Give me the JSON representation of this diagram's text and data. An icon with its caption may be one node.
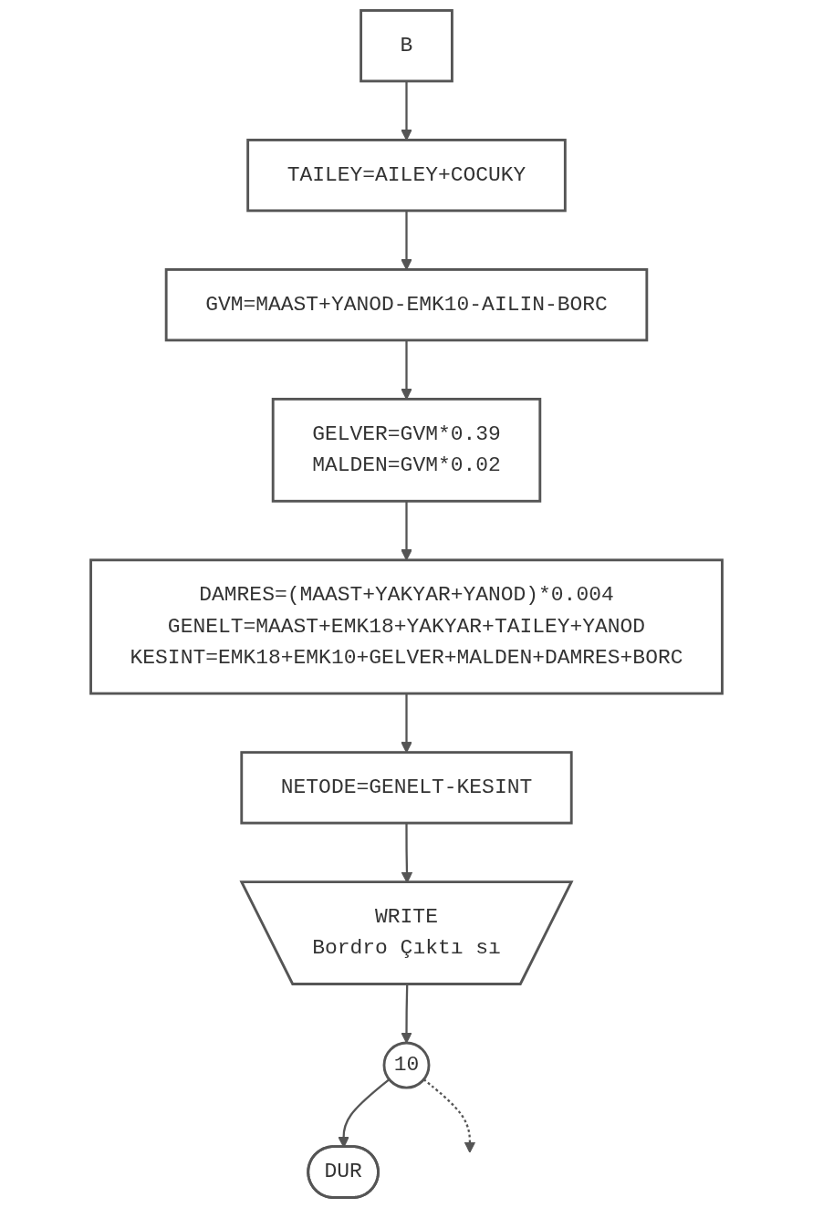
{
  "diagram": {
    "nodes": [
      {
        "text": [
          "B"
        ]
      },
      {
        "text": [
          "TAILEY=AILEY+COCUKY"
        ]
      },
      {
        "text": [
          "GVM=MAAST+YANOD-EMK10-AILIN-BORC"
        ]
      },
      {
        "text": [
          "GELVER=GVM*0.39",
          "MALDEN=GVM*0.02"
        ]
      },
      {
        "text": [
          "DAMRES=(MAAST+YAKYAR+YANOD)*0.004",
          "GENELT=MAAST+EMK18+YAKYAR+TAILEY+YANOD",
          "KESINT=EMK18+EMK10+GELVER+MALDEN+DAMRES+BORC"
        ]
      },
      {
        "text": [
          "NETODE=GENELT-KESINT"
        ]
      },
      {
        "text": [
          "WRITE",
          "Bordro Çıktı sı"
        ]
      },
      {
        "text": [
          "10"
        ]
      },
      {
        "text": [
          "DUR"
        ]
      }
    ],
    "edges": [
      {
        "from": 0,
        "to": 1,
        "arrow": "to"
      },
      {
        "from": 1,
        "to": 2,
        "arrow": "to"
      },
      {
        "from": 2,
        "to": 3,
        "arrow": "to"
      },
      {
        "from": 3,
        "to": 4,
        "arrow": "to"
      },
      {
        "from": 4,
        "to": 5,
        "arrow": "to"
      },
      {
        "from": 5,
        "to": 6,
        "arrow": "to"
      },
      {
        "from": 6,
        "to": 7,
        "arrow": "to"
      },
      {
        "from": 7,
        "to": 8,
        "arrow": "to"
      },
      {
        "from": 7,
        "to": null,
        "arrow": "to",
        "style": "dashed"
      }
    ]
  }
}
